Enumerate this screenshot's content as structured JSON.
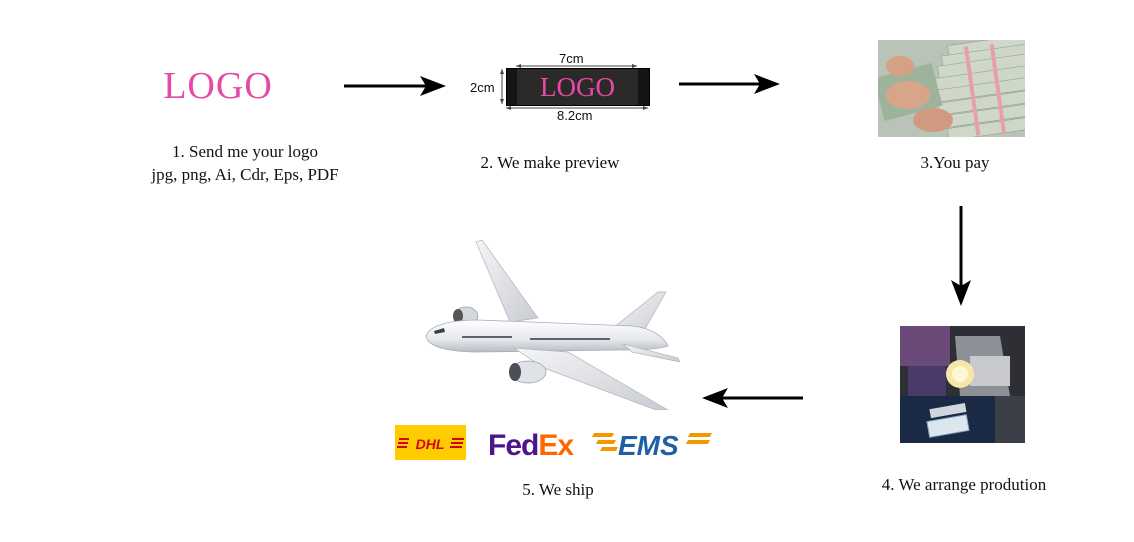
{
  "steps": [
    {
      "caption_line1": "1. Send me your logo",
      "caption_line2": "jpg, png, Ai, Cdr, Eps, PDF"
    },
    {
      "caption": "2. We make preview"
    },
    {
      "caption": "3.You pay"
    },
    {
      "caption": "4. We arrange prodution"
    },
    {
      "caption": "5. We ship"
    }
  ],
  "logo": {
    "text": "LOGO",
    "color": "#e64aa8"
  },
  "preview": {
    "label_text": "LOGO",
    "width_inner": "7cm",
    "width_outer": "8.2cm",
    "height": "2cm"
  },
  "carriers": {
    "dhl": "DHL",
    "fedex_fed": "Fed",
    "fedex_ex": "Ex",
    "ems": "EMS"
  },
  "colors": {
    "logo_pink": "#e64aa8",
    "dhl_yellow": "#ffcc00",
    "dhl_red": "#d40511",
    "fedex_purple": "#4d148c",
    "fedex_orange": "#ff6600",
    "ems_blue": "#1f5fa8",
    "ems_orange": "#f39800"
  }
}
